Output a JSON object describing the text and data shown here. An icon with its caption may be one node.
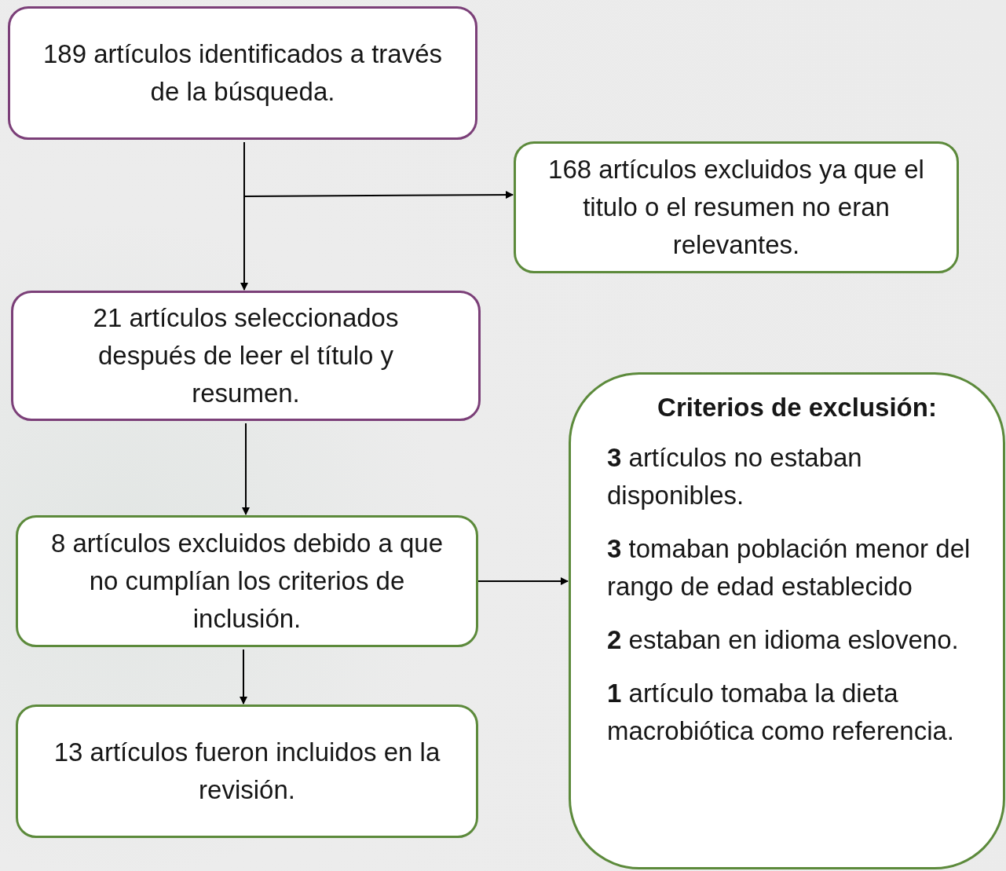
{
  "diagram": {
    "nodes": [
      {
        "text": [
          "189 artículos identificados a través de la búsqueda."
        ]
      },
      {
        "text": [
          "168 artículos excluidos ya que el titulo o el resumen no eran relevantes."
        ]
      },
      {
        "text": [
          "21 artículos seleccionados después de leer el título y resumen."
        ]
      },
      {
        "text": [
          "8 artículos excluidos debido a que no cumplían los criterios de inclusión."
        ]
      },
      {
        "text": [
          "13 artículos fueron incluidos en la revisión."
        ]
      },
      {
        "text": [
          "Criterios de exclusión:",
          "**3** artículos no estaban disponibles.",
          "**3** tomaban población menor del rango de edad establecido",
          "**2** estaban en idioma esloveno.",
          "**1** artículo tomaba la dieta macrobiótica como referencia."
        ]
      }
    ],
    "edges": [
      {
        "from": 0,
        "to": 2,
        "arrow": "to"
      },
      {
        "from": 0,
        "to": 1,
        "arrow": "to"
      },
      {
        "from": 2,
        "to": 3,
        "arrow": "to"
      },
      {
        "from": 3,
        "to": 5,
        "arrow": "to"
      },
      {
        "from": 3,
        "to": 4,
        "arrow": "to"
      }
    ]
  }
}
